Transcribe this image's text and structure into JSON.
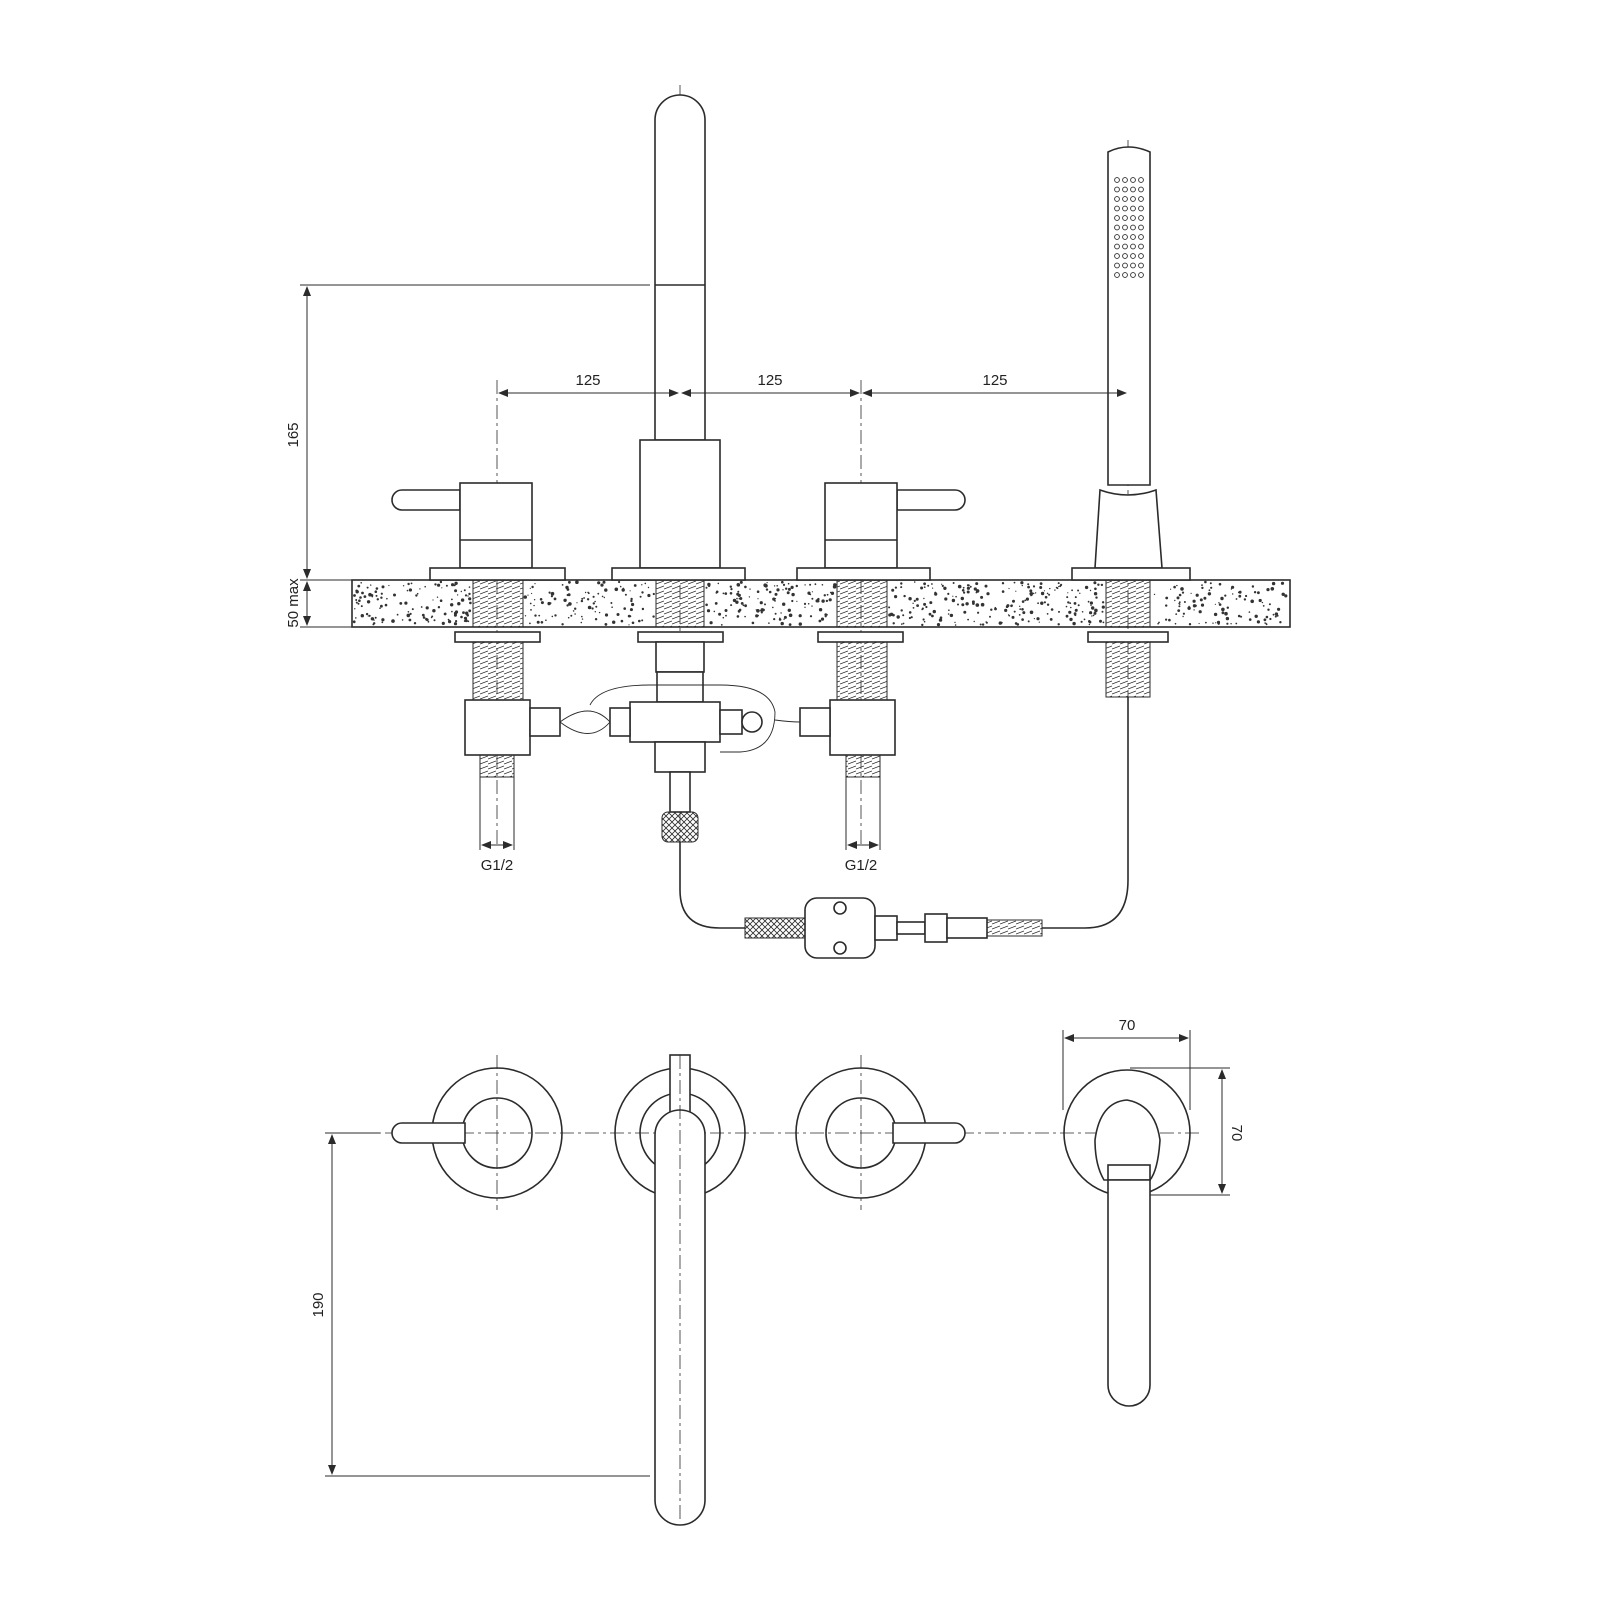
{
  "diagram": {
    "title": "Deck-mounted 4-hole bath mixer with hand shower - technical drawing",
    "dimensions": {
      "spacing_1": "125",
      "spacing_2": "125",
      "spacing_3": "125",
      "spout_height": "165",
      "deck_thickness": "50 max",
      "inlet_left": "G1/2",
      "inlet_right": "G1/2",
      "handshower_width": "70",
      "handshower_depth": "70",
      "spout_reach": "190"
    },
    "colors": {
      "line": "#2b2b2b",
      "background": "#ffffff"
    }
  }
}
